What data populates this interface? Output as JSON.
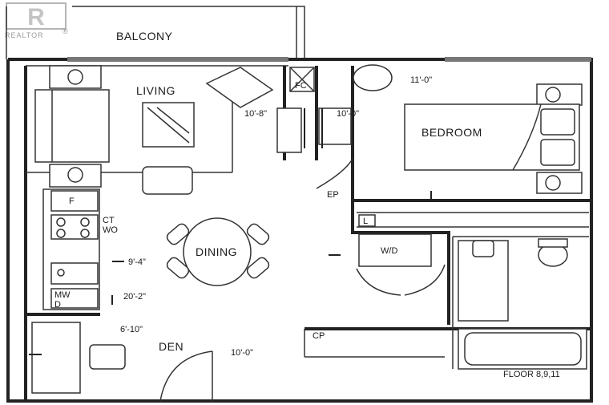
{
  "watermark": {
    "brand": "REALTOR",
    "mark": "®"
  },
  "rooms": {
    "balcony": "BALCONY",
    "living": "LIVING",
    "bedroom": "BEDROOM",
    "dining": "DINING",
    "den": "DEN"
  },
  "fixtures": {
    "fc": "FC",
    "ep": "EP",
    "ct": "CT",
    "wo": "WO",
    "fridge": "F",
    "mw": "MW",
    "dw": "D",
    "wd": "W/D",
    "linen": "L",
    "cp": "CP"
  },
  "dimensions": {
    "bedroom_width": "11'-0\"",
    "living_depth": "10'-8\"",
    "bedroom_depth": "10'-0\"",
    "dining_width": "9'-4\"",
    "total_length": "20'-2\"",
    "den_depth": "6'-10\"",
    "den_width": "10'-0\""
  },
  "floor_label": "FLOOR 8,9,11"
}
